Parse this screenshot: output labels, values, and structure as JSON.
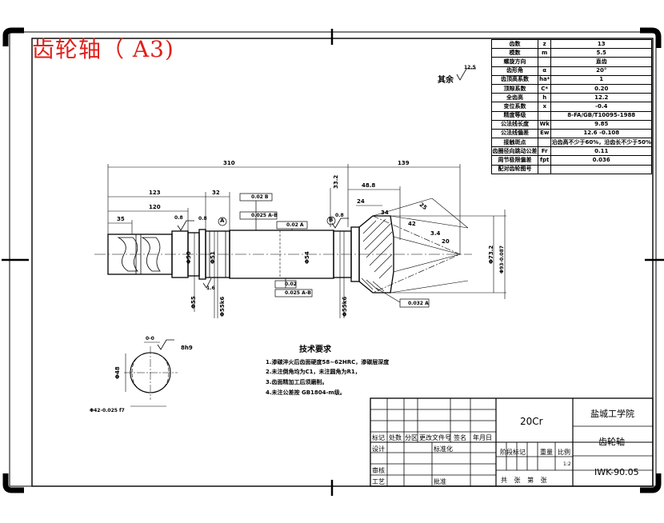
{
  "drawing": {
    "title": "齿轮轴（ A3)",
    "surface_other": "其余",
    "roughness_other": "12.5",
    "roughness_marks": [
      "0.8",
      "0.8",
      "1.6",
      "0.8"
    ],
    "dims": {
      "d310": "310",
      "d139": "139",
      "d123": "123",
      "d32": "32",
      "d120": "120",
      "d48_8": "48.8",
      "d24": "24",
      "d35": "35",
      "d33_2": "33.2",
      "phi50": "Φ50",
      "phi51": "Φ51",
      "phi54": "Φ54",
      "phi55": "Φ55",
      "phi55k6_a": "Φ55k6",
      "phi55k6_b": "Φ55k6",
      "phi73_2": "Φ73.2",
      "phi93": "Φ93-0.087",
      "spline_od": "Φ48",
      "spline_id": "Φ42-0.025 f7",
      "spline_fit": "8h9",
      "spline_tol": "0-0",
      "angle_a": "25",
      "angle_b": "42",
      "angle_c": "3.4",
      "angle_d": "20",
      "dim_34": "34"
    },
    "datums": [
      "A",
      "B",
      "A"
    ],
    "gdt": {
      "perp_b": "0.02 B",
      "runout_ab": "0.025 A-B",
      "conc_a": "0.02 A",
      "conc_b": "0.02",
      "runout_ab2": "0.025 A-B",
      "runout_a": "0.032 A"
    },
    "requirements": {
      "heading": "技术要求",
      "items": [
        "1.渗碳淬火后齿面硬度58~62HRC，渗碳层深度",
        "2.未注倒角均为C1，未注圆角为R1，",
        "3.齿面精加工后须磨削。",
        "4.未注公差按 GB1804-m级。"
      ]
    }
  },
  "gear_params": [
    [
      "齿数",
      "z",
      "13"
    ],
    [
      "模数",
      "m",
      "5.5"
    ],
    [
      "螺旋方向",
      "",
      "直齿"
    ],
    [
      "齿形角",
      "α",
      "20°"
    ],
    [
      "齿顶高系数",
      "ha*",
      "1"
    ],
    [
      "顶隙系数",
      "C*",
      "0.20"
    ],
    [
      "全齿高",
      "h",
      "12.2"
    ],
    [
      "变位系数",
      "x",
      "-0.4"
    ],
    [
      "精度等级",
      "",
      "8-FA/GB/T10095-1988"
    ],
    [
      "公法线长度",
      "Wk",
      "9.85"
    ],
    [
      "公法线偏差",
      "Ew",
      "12.6 -0.108"
    ],
    [
      "接触斑点",
      "",
      "沿齿高不少于60%，沿齿长不少于50%"
    ],
    [
      "齿圈径向跳动公差",
      "Fr",
      "0.11"
    ],
    [
      "周节极限偏差",
      "fpt",
      "0.036"
    ],
    [
      "配对齿轮图号",
      "",
      ""
    ]
  ],
  "title_block": {
    "material": "20Cr",
    "school": "盐城工学院",
    "part_name": "齿轮轴",
    "drawing_no": "IWK-90.05",
    "scale_val": "1:2",
    "labels": {
      "mark": "标记",
      "count": "处数",
      "zone": "分区",
      "change_doc": "更改文件号",
      "sign": "签名",
      "date": "年月日",
      "design": "设计",
      "standard": "标准化",
      "stage": "阶段标记",
      "weight": "重量",
      "scale": "比例",
      "check": "审核",
      "process": "工艺",
      "approve": "批准",
      "sheet": "共 张 第 张"
    }
  }
}
